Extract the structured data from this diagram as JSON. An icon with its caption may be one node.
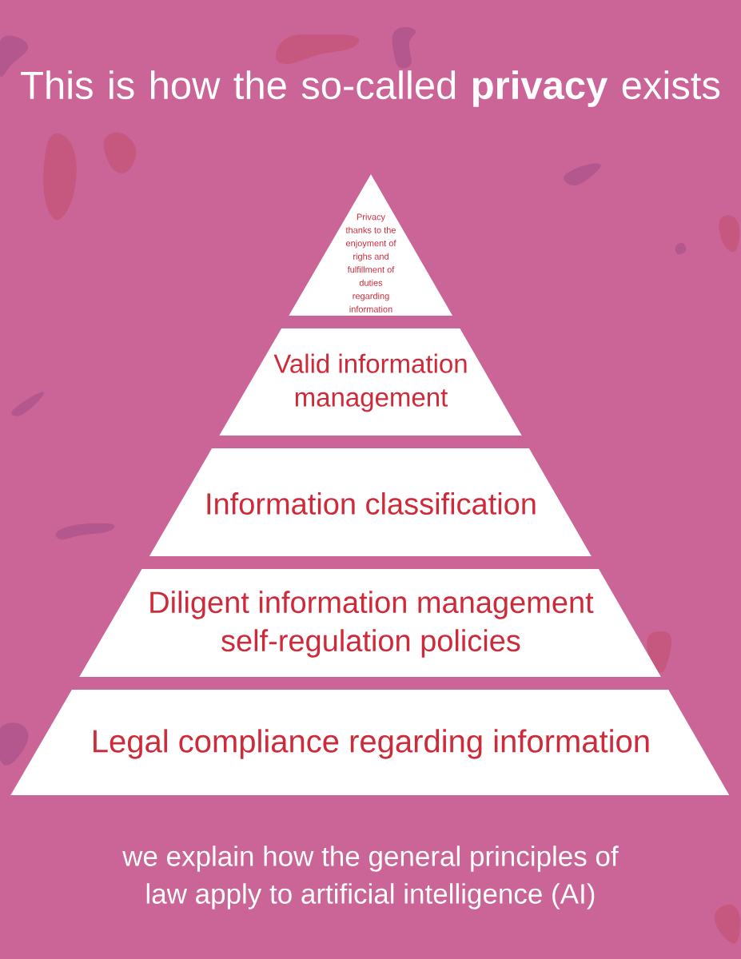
{
  "diagram": {
    "title": "This is how the so-called **privacy** exists",
    "nodes": [
      {
        "text": [
          "Privacy thanks to the enjoyment of righs and fulfillment of duties regarding information"
        ]
      },
      {
        "text": [
          "Valid information management"
        ]
      },
      {
        "text": [
          "Information classification"
        ]
      },
      {
        "text": [
          "Diligent information management self-regulation policies"
        ]
      },
      {
        "text": [
          "Legal compliance regarding information"
        ]
      }
    ],
    "caption": "we explain how the general principles of law apply to artificial intelligence (AI)"
  }
}
